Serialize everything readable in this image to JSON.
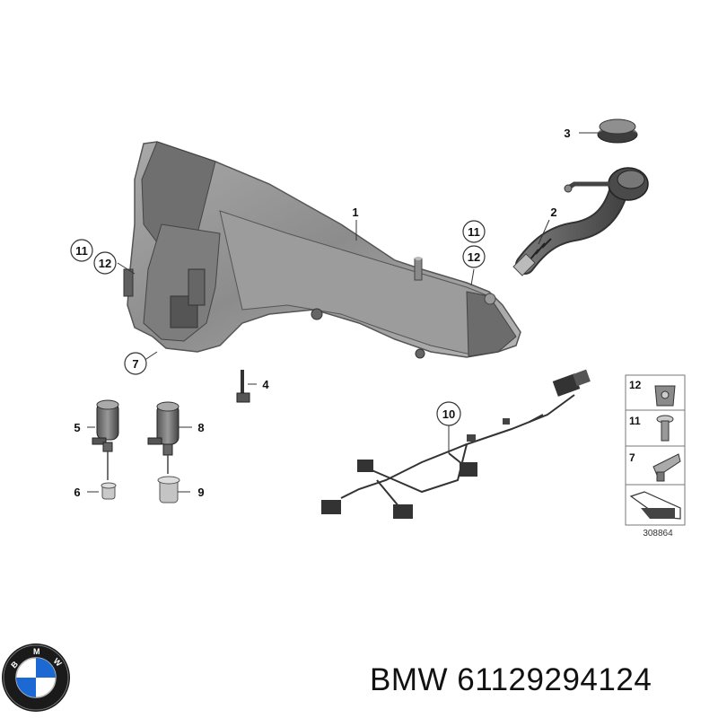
{
  "callouts": {
    "c1": "1",
    "c2": "2",
    "c3": "3",
    "c4": "4",
    "c5": "5",
    "c6": "6",
    "c7": "7",
    "c8": "8",
    "c9": "9",
    "c10": "10",
    "c11_left": "11",
    "c12_left": "12",
    "c11_right": "11",
    "c12_right": "12"
  },
  "legend": {
    "items": [
      "12",
      "11",
      "7"
    ],
    "reference_number": "308864"
  },
  "brand": {
    "logo_text": "BMW",
    "part_number_text": "BMW 61129294124"
  },
  "colors": {
    "part_gray": "#9a9a9a",
    "part_dark": "#5a5a5a",
    "bmw_blue": "#1c69d4"
  }
}
